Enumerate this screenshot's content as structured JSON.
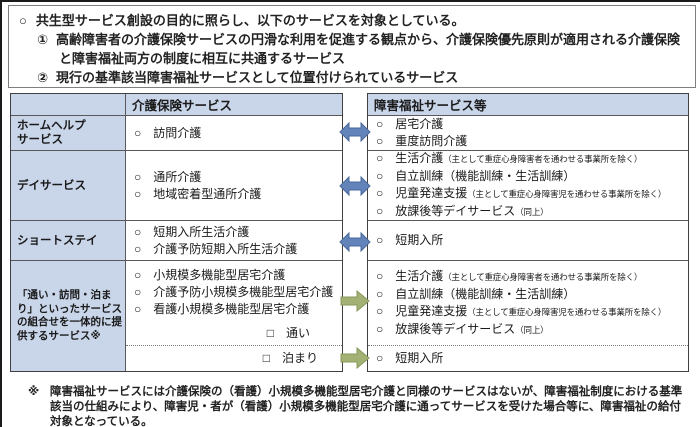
{
  "colors": {
    "header_bg": "#c9d5e9",
    "blue_arrow": "#6384ba",
    "green_arrow": "#a3b274"
  },
  "intro": {
    "bullet": "○",
    "line1": "共生型サービス創設の目的に照らし、以下のサービスを対象としている。",
    "items": [
      {
        "num": "①",
        "text": "高齢障害者の介護保険サービスの円滑な利用を促進する観点から、介護保険優先原則が適用される介護保険と障害福祉両方の制度に相互に共通するサービス"
      },
      {
        "num": "②",
        "text": "現行の基準該当障害福祉サービスとして位置付けられているサービス"
      }
    ]
  },
  "left_table": {
    "header": "介護保険サービス",
    "row_headers": [
      "ホームヘルプ\nサービス",
      "デイサービス",
      "ショートステイ",
      "「通い・訪問・泊まり」といったサービスの組合せを一体的に提供するサービス※"
    ],
    "rows": {
      "home_help": [
        "○　訪問介護"
      ],
      "day_service": [
        "○　通所介護",
        "○　地域密着型通所介護"
      ],
      "short_stay": [
        "○　短期入所生活介護",
        "○　介護予防短期入所生活介護"
      ],
      "multi": [
        "○　小規模多機能型居宅介護",
        "○　介護予防小規模多機能型居宅介護",
        "○　看護小規模多機能型居宅介護"
      ],
      "kayoi": "□　通い",
      "tomari": "□　泊まり"
    }
  },
  "right_table": {
    "header": "障害福祉サービス等",
    "rows": {
      "home_help": [
        {
          "text": "○　居宅介護"
        },
        {
          "text": "○　重度訪問介護"
        }
      ],
      "day_service": [
        {
          "text": "○　生活介護",
          "note": "（主として重症心身障害者を通わせる事業所を除く）"
        },
        {
          "text": "○　自立訓練（機能訓練・生活訓練）"
        },
        {
          "text": "○　児童発達支援",
          "note": "（主として重症心身障害児を通わせる事業所を除く）"
        },
        {
          "text": "○　放課後等デイサービス",
          "note": "（同上）"
        }
      ],
      "short_stay": [
        {
          "text": "○　短期入所"
        }
      ],
      "multi": [
        {
          "text": "○　生活介護",
          "note": "（主として重症心身障害者を通わせる事業所を除く）"
        },
        {
          "text": "○　自立訓練（機能訓練・生活訓練）"
        },
        {
          "text": "○　児童発達支援",
          "note": "（主として重症心身障害児を通わせる事業所を除く）"
        },
        {
          "text": "○　放課後等デイサービス",
          "note": "（同上）"
        }
      ],
      "tomari": [
        {
          "text": "○　短期入所"
        }
      ]
    }
  },
  "footnote": {
    "marker": "※",
    "text": "障害福祉サービスには介護保険の（看護）小規模多機能型居宅介護と同様のサービスはないが、障害福祉制度における基準該当の仕組みにより、障害児・者が（看護）小規模多機能型居宅介護に通ってサービスを受けた場合等に、障害福祉の給付対象となっている。"
  }
}
